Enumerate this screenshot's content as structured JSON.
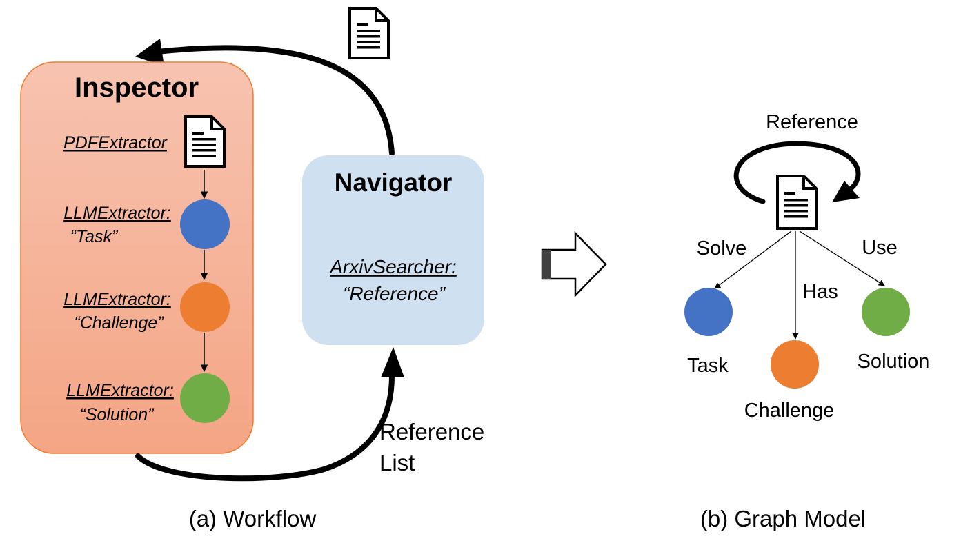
{
  "workflow": {
    "caption": "(a) Workflow",
    "inspector": {
      "title": "Inspector",
      "pdf_extractor": "PDFExtractor",
      "steps": [
        {
          "extractor": "LLMExtractor:",
          "field": "“Task”",
          "color": "#4472C4"
        },
        {
          "extractor": "LLMExtractor:",
          "field": "“Challenge”",
          "color": "#ED7D31"
        },
        {
          "extractor": "LLMExtractor:",
          "field": "“Solution”",
          "color": "#70AD47"
        }
      ],
      "fill_color": "#F5B49C"
    },
    "navigator": {
      "title": "Navigator",
      "searcher": "ArxivSearcher:",
      "field": "“Reference”",
      "fill_color": "#CFE0F1"
    },
    "reference_list_label": [
      "Reference",
      "List"
    ]
  },
  "graph_model": {
    "caption": "(b) Graph Model",
    "self_loop_label": "Reference",
    "edges": [
      {
        "label": "Solve",
        "target": "Task"
      },
      {
        "label": "Has",
        "target": "Challenge"
      },
      {
        "label": "Use",
        "target": "Solution"
      }
    ],
    "nodes": [
      {
        "label": "Task",
        "color": "#4472C4"
      },
      {
        "label": "Challenge",
        "color": "#ED7D31"
      },
      {
        "label": "Solution",
        "color": "#70AD47"
      }
    ]
  }
}
